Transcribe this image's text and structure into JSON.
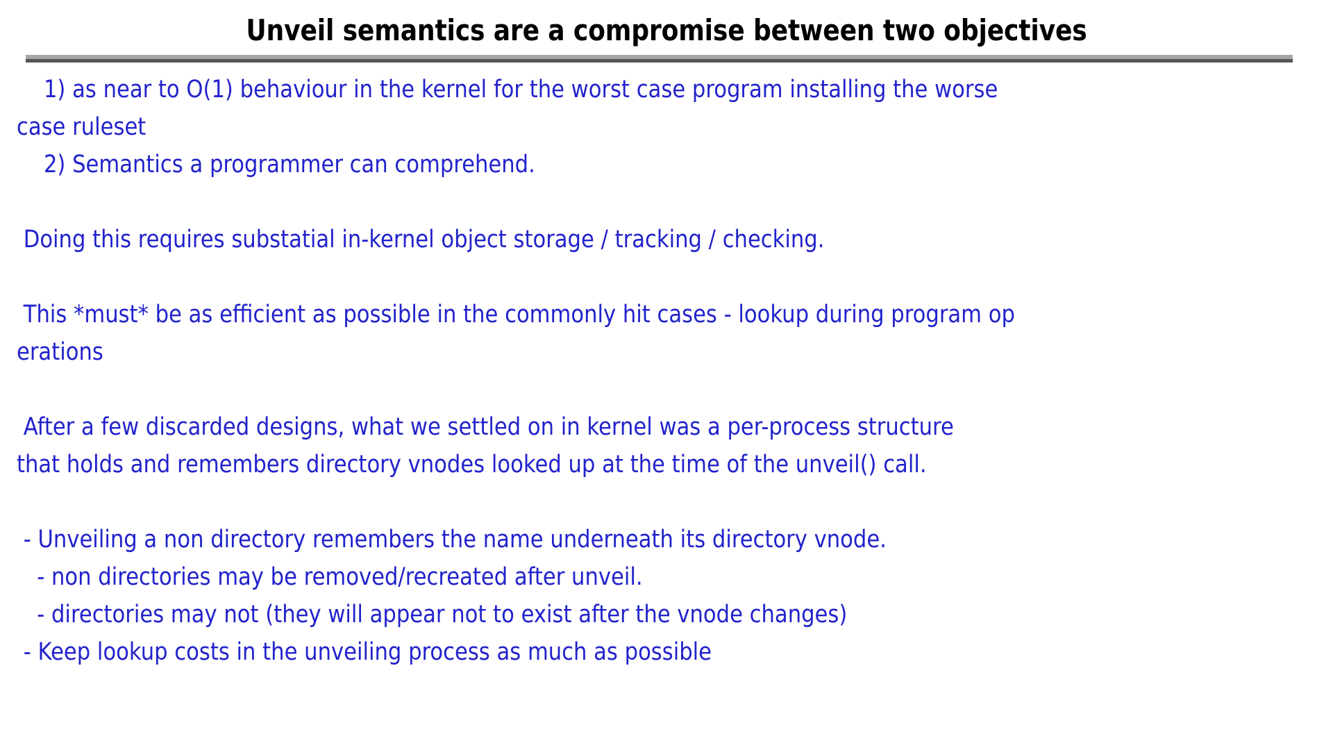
{
  "slide": {
    "title": "Unveil semantics are a compromise between two objectives",
    "divider": {
      "light_color": "#a6a6a6",
      "dark_color": "#555555"
    },
    "text_color": "#2222CC",
    "title_color": "#000000",
    "background_color": "#ffffff",
    "body_lines": [
      "    1) as near to O(1) behaviour in the kernel for the worst case program installing the worse",
      "case ruleset",
      "    2) Semantics a programmer can comprehend.",
      "",
      " Doing this requires substatial in-kernel object storage / tracking / checking.",
      "",
      " This *must* be as efficient as possible in the commonly hit cases - lookup during program op",
      "erations",
      "",
      " After a few discarded designs, what we settled on in kernel was a per-process structure",
      "that holds and remembers directory vnodes looked up at the time of the unveil() call.",
      "",
      " - Unveiling a non directory remembers the name underneath its directory vnode.",
      "   - non directories may be removed/recreated after unveil.",
      "   - directories may not (they will appear not to exist after the vnode changes)",
      " - Keep lookup costs in the unveiling process as much as possible"
    ]
  }
}
